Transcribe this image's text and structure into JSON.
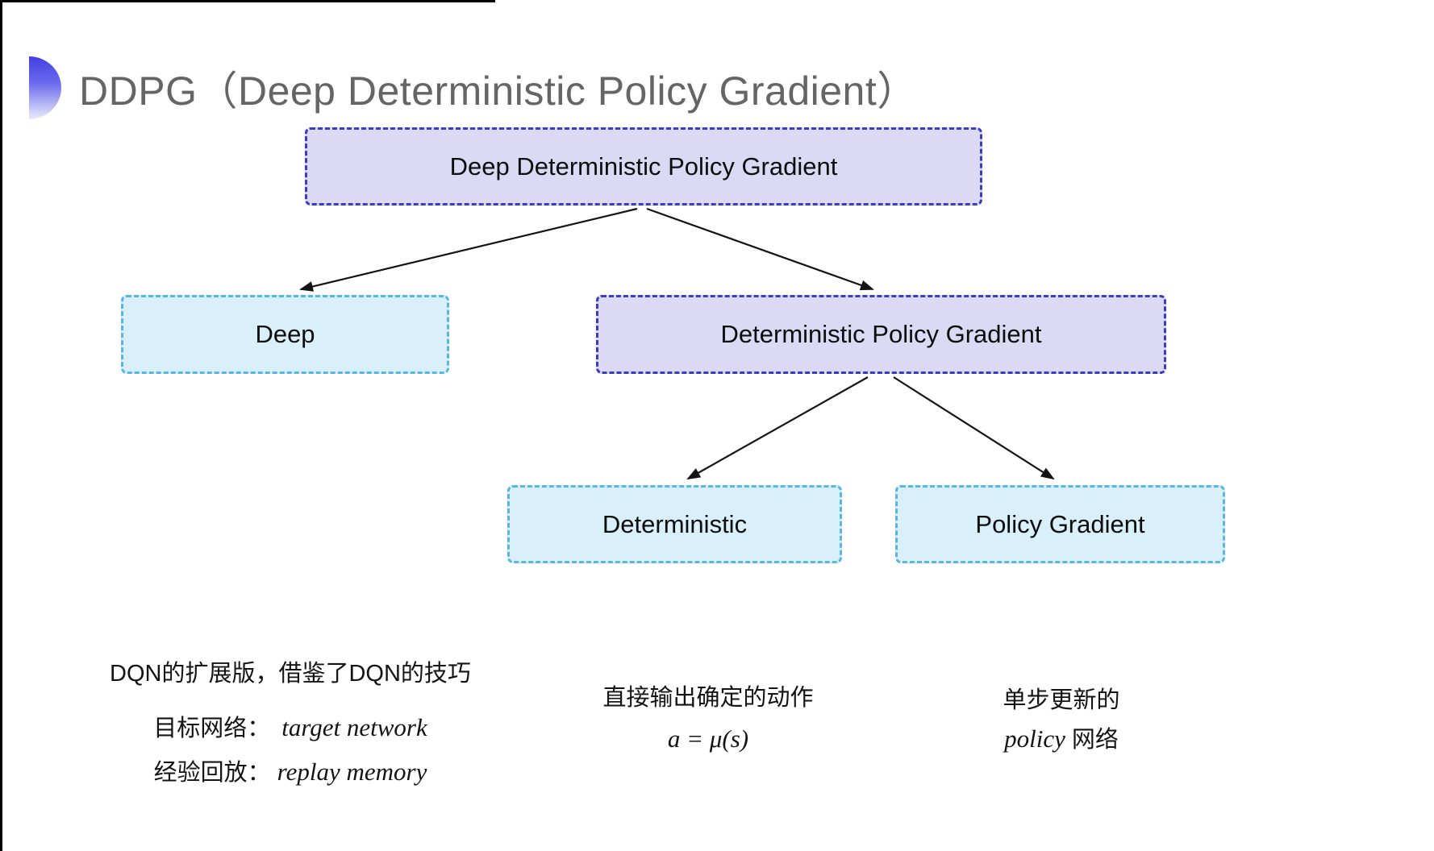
{
  "header": {
    "title": "DDPG（Deep Deterministic Policy Gradient）"
  },
  "tree": {
    "root": {
      "label": "Deep Deterministic Policy Gradient"
    },
    "deep": {
      "label": "Deep"
    },
    "dpg": {
      "label": "Deterministic Policy Gradient"
    },
    "deterministic": {
      "label": "Deterministic"
    },
    "policy_gradient": {
      "label": "Policy Gradient"
    }
  },
  "notes": {
    "deep": {
      "line1": "DQN的扩展版，借鉴了DQN的技巧",
      "target_label": "目标网络：",
      "target_term": "target network",
      "replay_label": "经验回放：",
      "replay_term": "replay memory"
    },
    "deterministic": {
      "line1": "直接输出确定的动作",
      "formula": "a = μ(s)"
    },
    "policy_gradient": {
      "line1": "单步更新的",
      "term": "policy",
      "suffix": "网络"
    }
  },
  "colors": {
    "purple_fill": "#dcd9f4",
    "purple_border": "#3c3cc2",
    "cyan_fill": "#d9effa",
    "cyan_border": "#58b6e5",
    "title_gray": "#656565",
    "bullet_blue": "#4040e0",
    "arrow_black": "#141414"
  }
}
